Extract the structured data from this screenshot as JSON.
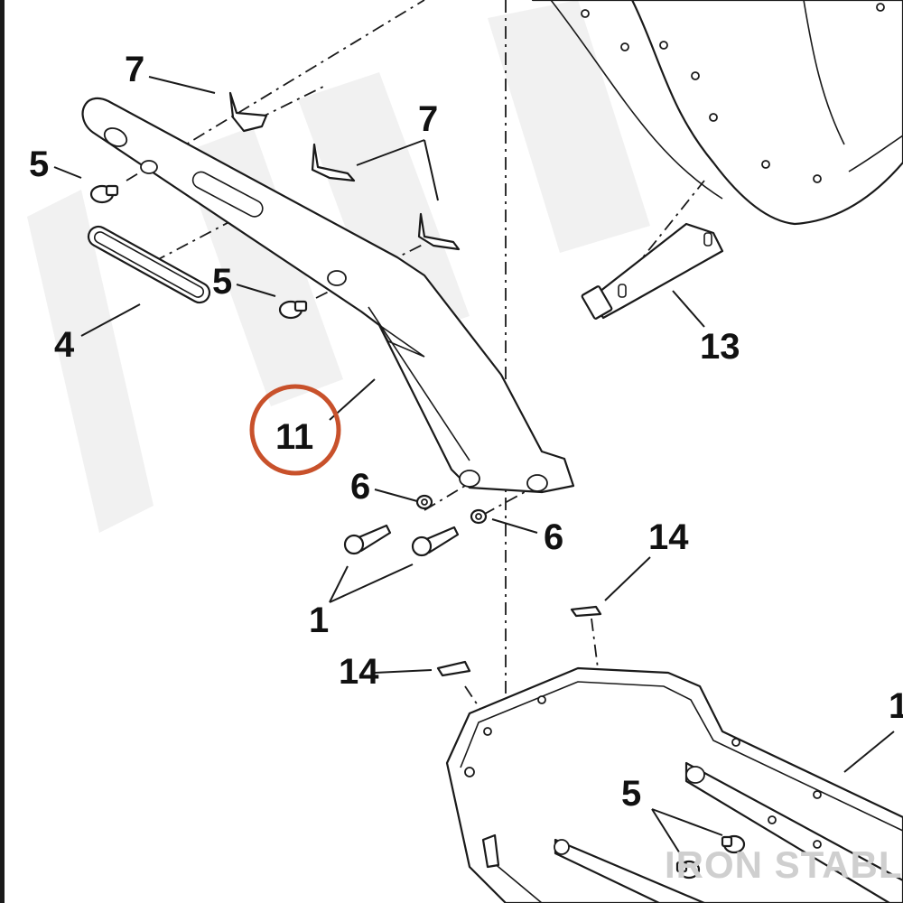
{
  "diagram": {
    "callouts": [
      {
        "id": "c7a",
        "label": "7"
      },
      {
        "id": "c7b",
        "label": "7"
      },
      {
        "id": "c5a",
        "label": "5"
      },
      {
        "id": "c5b",
        "label": "5"
      },
      {
        "id": "c5c",
        "label": "5"
      },
      {
        "id": "c4",
        "label": "4"
      },
      {
        "id": "c11",
        "label": "11"
      },
      {
        "id": "c6a",
        "label": "6"
      },
      {
        "id": "c6b",
        "label": "6"
      },
      {
        "id": "c1",
        "label": "1"
      },
      {
        "id": "c13",
        "label": "13"
      },
      {
        "id": "c14a",
        "label": "14"
      },
      {
        "id": "c14b",
        "label": "14"
      },
      {
        "id": "c1edge",
        "label": "1"
      }
    ],
    "highlight": {
      "callout": "11",
      "color": "#c8512b"
    },
    "watermark": {
      "brand": "IRON STABLE"
    },
    "colors": {
      "line": "#1a1a1a",
      "watermark_diag": "#f1f1f1",
      "watermark_text": "#cfcfcf",
      "highlight": "#c8512b"
    }
  }
}
